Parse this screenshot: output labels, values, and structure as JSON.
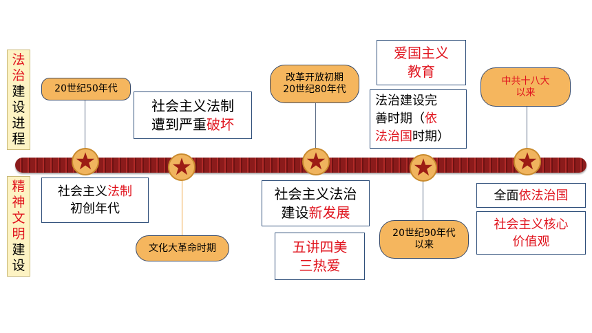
{
  "side_labels": {
    "top": [
      "法",
      "治",
      "建",
      "设",
      "进",
      "程"
    ],
    "bottom": [
      "精",
      "神",
      "文",
      "明",
      "建",
      "设"
    ]
  },
  "pills": {
    "p1950": "20世纪50年代",
    "cultural_revolution": "文化大革命时期",
    "reform_l1": "改革开放初期",
    "reform_l2": "20世纪80年代",
    "p1990_l1": "20世纪90年代",
    "p1990_l2": "以来",
    "cpc18_l1": "中共十八大",
    "cpc18_l2": "以来"
  },
  "boxes": {
    "destroyed_l1": "社会主义法制",
    "destroyed_l2a": "遭到严重",
    "destroyed_l2b": "破坏",
    "founding_l1a": "社会主义",
    "founding_l1b": "法制",
    "founding_l2": "初创年代",
    "newdev_l1": "社会主义法治",
    "newdev_l2a": "建设",
    "newdev_l2b": "新发展",
    "wujiang_l1": "五讲四美",
    "wujiang_l2": "三热爱",
    "patriotic_l1": "爱国主义",
    "patriotic_l2": "教育",
    "rule_l1": "法治建设完",
    "rule_l2a": "善时期（",
    "rule_l2b": "依",
    "rule_l3a": "法治国",
    "rule_l3b": "时期）",
    "comprehensive_a": "全面",
    "comprehensive_b": "依法治国",
    "core_values_l1": "社会主义核心",
    "core_values_l2": "价值观"
  },
  "colors": {
    "accent_red": "#e0141e",
    "gold": "#f5b65e",
    "timeline": "#8b1b1b"
  }
}
